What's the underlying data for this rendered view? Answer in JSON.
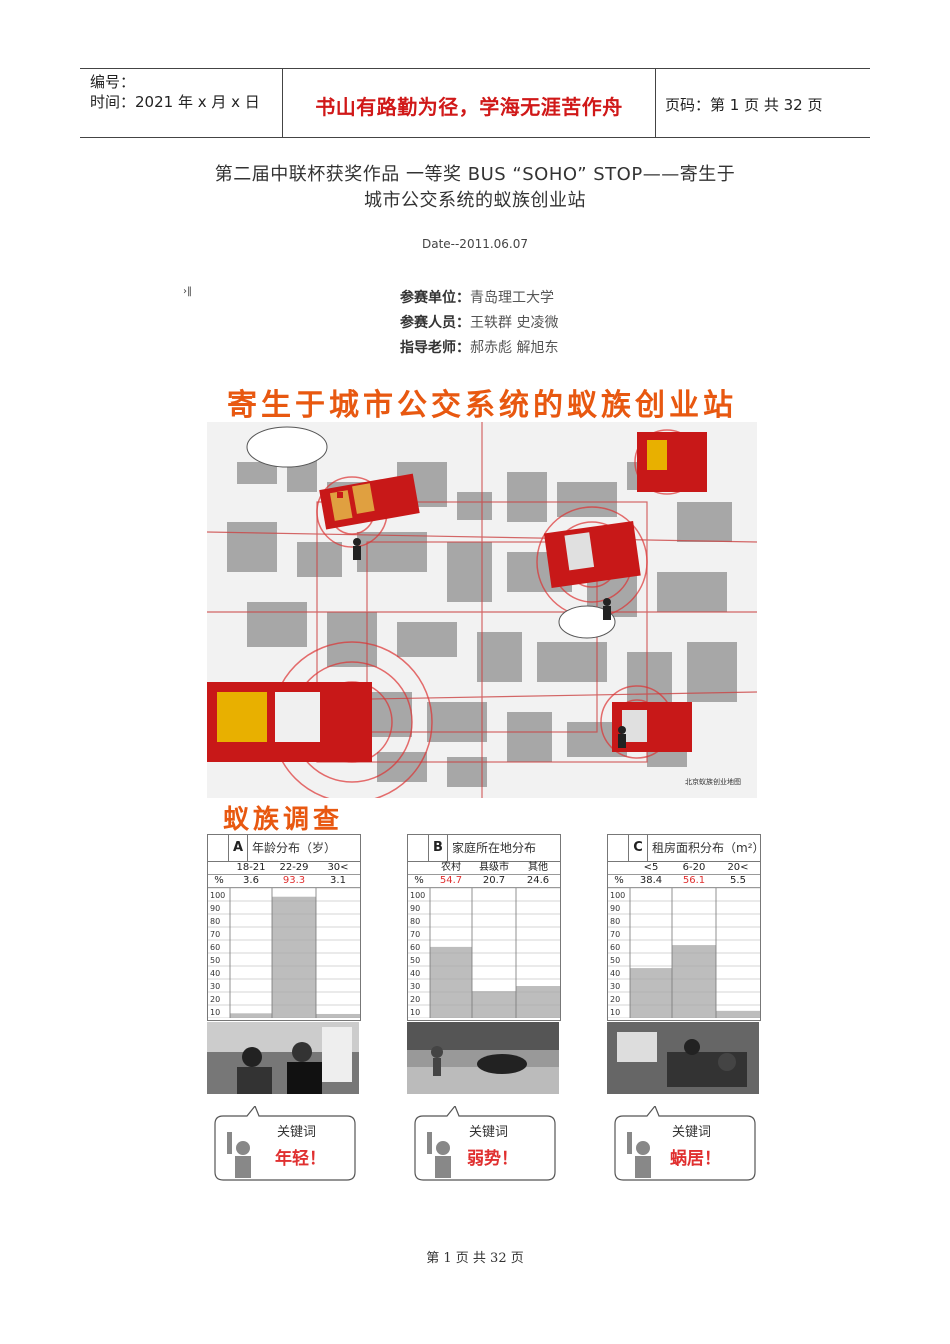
{
  "header": {
    "code_label": "编号：",
    "time_label": "时间：2021 年 x 月 x 日",
    "motto": "书山有路勤为径，学海无涯苦作舟",
    "page_label": "页码：第 1 页  共 32 页"
  },
  "title_line1": "第二届中联杯获奖作品  一等奖  BUS “SOHO” STOP——寄生于",
  "title_line2": "城市公交系统的蚁族创业站",
  "date": "Date--2011.06.07",
  "mark": "›‖",
  "info": {
    "unit_label": "参赛单位：",
    "unit_value": "青岛理工大学",
    "members_label": "参赛人员：",
    "members_value": "王轶群  史凌微",
    "advisor_label": "指导老师：",
    "advisor_value": "郝赤彪  解旭东"
  },
  "poster": {
    "title": "寄生于城市公交系统的蚁族创业站",
    "map_caption": "北京蚁族创业地图",
    "survey_title": "蚁族调查",
    "keyword_label": "关键词",
    "panels": [
      {
        "letter": "A",
        "title": "年龄分布（岁）",
        "cats": [
          "18-21",
          "22-29",
          "30<"
        ],
        "vals": [
          "3.6",
          "93.3",
          "3.1"
        ],
        "nums": [
          3.6,
          93.3,
          3.1
        ],
        "hi": 1,
        "keyword": "年轻！"
      },
      {
        "letter": "B",
        "title": "家庭所在地分布",
        "cats": [
          "农村",
          "县级市",
          "其他"
        ],
        "vals": [
          "54.7",
          "20.7",
          "24.6"
        ],
        "nums": [
          54.7,
          20.7,
          24.6
        ],
        "hi": 0,
        "keyword": "弱势！"
      },
      {
        "letter": "C",
        "title": "租房面积分布（m²）",
        "cats": [
          "<5",
          "6-20",
          "20<"
        ],
        "vals": [
          "38.4",
          "56.1",
          "5.5"
        ],
        "nums": [
          38.4,
          56.1,
          5.5
        ],
        "hi": 1,
        "keyword": "蜗居！"
      }
    ],
    "pct_symbol": "%",
    "scale": [
      "100",
      "90",
      "80",
      "70",
      "60",
      "50",
      "40",
      "30",
      "20",
      "10"
    ]
  },
  "footer": "第  1  页  共  32  页"
}
